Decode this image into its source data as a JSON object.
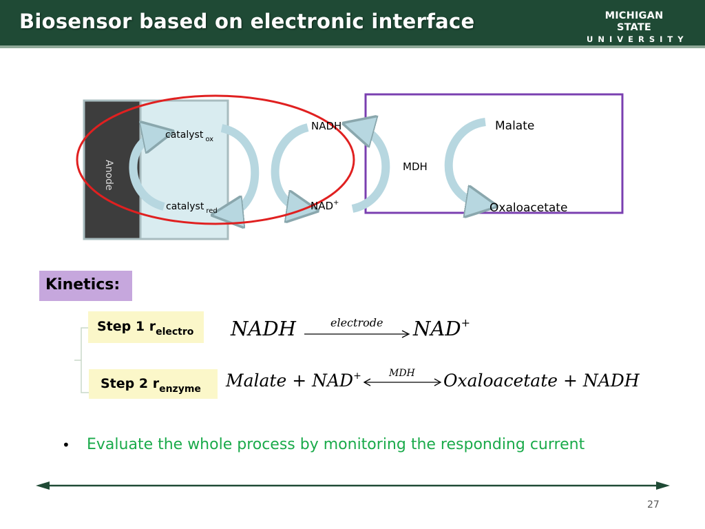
{
  "slide": {
    "title": "Biosensor based on electronic interface",
    "logo": {
      "line1": "MICHIGAN STATE",
      "line2": "UNIVERSITY"
    },
    "page_number": "27"
  },
  "diagram": {
    "anode_label": "Anode",
    "catalyst_ox": {
      "base": "catalyst",
      "sub": "ox"
    },
    "catalyst_red": {
      "base": "catalyst",
      "sub": "red"
    },
    "nadh": "NADH",
    "nad": {
      "base": "NAD",
      "sup": "+"
    },
    "mdh": "MDH",
    "malate": "Malate",
    "oxaloacetate": "Oxaloacetate"
  },
  "kinetics": {
    "label": "Kinetics:",
    "step1": {
      "label": {
        "base": "Step 1 r",
        "sub": "electro"
      },
      "equation": {
        "left": "NADH",
        "arrow_label": "electrode",
        "right": "NAD",
        "right_sup": "+"
      }
    },
    "step2": {
      "label": {
        "base": "Step 2 r",
        "sub": "enzyme"
      },
      "equation": {
        "left": "Malate + NAD",
        "left_sup": "+",
        "arrow_label": "MDH",
        "right": "Oxaloacetate + NADH"
      }
    }
  },
  "bullets": [
    {
      "text": "Evaluate the whole process by monitoring the responding current"
    }
  ],
  "colors": {
    "header": "#1f4a35",
    "kinetics_box": "#c6a7dd",
    "step_box": "#fbf7c9",
    "bullet_text": "#1aaa4a",
    "ellipse": "#e02020",
    "enzyme_box": "#7a3fb0"
  }
}
